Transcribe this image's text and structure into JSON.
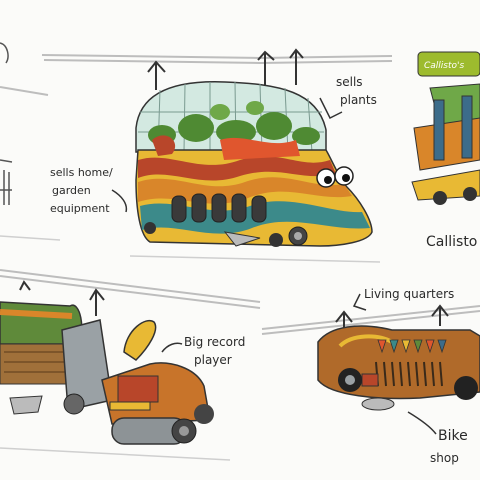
{
  "sketch": {
    "notes": {
      "sells_plants": [
        "sells",
        "plants"
      ],
      "home_garden": [
        "sells home/",
        "garden",
        "equipment"
      ],
      "callisto": "Callisto",
      "living_quarters": "Living quarters",
      "big_record": [
        "Big record",
        "player"
      ],
      "bike_shop": [
        "Bike",
        "shop"
      ],
      "sign_text": "Callisto's"
    }
  },
  "colors": {
    "paper": "#fbfbf9",
    "ink": "#2a2a2a",
    "orange": "#d9862a",
    "yellow": "#e8b934",
    "red": "#b8462a",
    "green": "#5f8a3a",
    "teal": "#3c8a8a",
    "brown": "#8a5a2a",
    "glass": "#cfe6df",
    "grey": "#8d9396"
  },
  "icons": [
    "plant-vehicle",
    "callisto-vehicle",
    "record-player-vehicle",
    "bike-shop-vehicle"
  ]
}
